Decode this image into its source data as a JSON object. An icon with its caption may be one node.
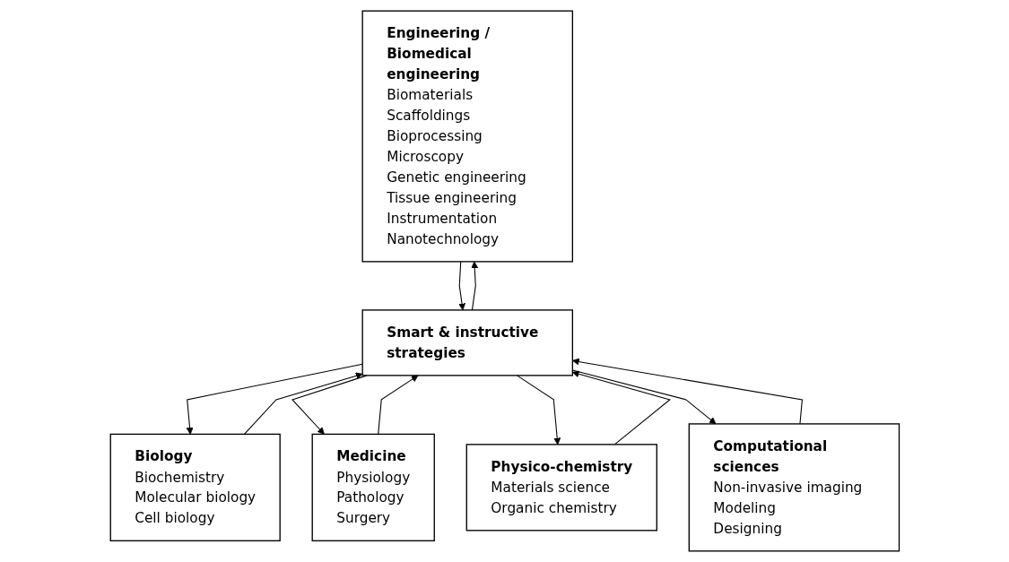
{
  "diagram": {
    "nodes": [
      {
        "text": [
          "Engineering / Biomedical engineering",
          "Biomaterials",
          "Scaffoldings",
          "Bioprocessing",
          "Microscopy",
          "Genetic engineering",
          "Tissue engineering",
          "Instrumentation",
          "Nanotechnology"
        ]
      },
      {
        "text": [
          "Biology",
          "Biochemistry",
          "Molecular biology",
          "Cell biology"
        ]
      },
      {
        "text": [
          "Smart & instructive strategies"
        ]
      },
      {
        "text": [
          "Medicine",
          "Physiology",
          "Pathology",
          "Surgery"
        ]
      },
      {
        "text": [
          "Physico-chemistry",
          "Materials science",
          "Organic chemistry"
        ]
      },
      {
        "text": [
          "Computational sciences",
          "Non-invasive imaging",
          "Modeling",
          "Designing"
        ]
      }
    ],
    "edges": [
      {
        "from": 2,
        "to": 0,
        "arrow": "to"
      },
      {
        "from": 0,
        "to": 2,
        "arrow": "to"
      },
      {
        "from": 2,
        "to": 1,
        "arrow": "to"
      },
      {
        "from": 1,
        "to": 2,
        "arrow": "to"
      },
      {
        "from": 3,
        "to": 2,
        "arrow": "to"
      },
      {
        "from": 2,
        "to": 3,
        "arrow": "to"
      },
      {
        "from": 2,
        "to": 4,
        "arrow": "to"
      },
      {
        "from": 4,
        "to": 2,
        "arrow": "to"
      },
      {
        "from": 2,
        "to": 5,
        "arrow": "to"
      },
      {
        "from": 5,
        "to": 2,
        "arrow": "to"
      }
    ]
  }
}
